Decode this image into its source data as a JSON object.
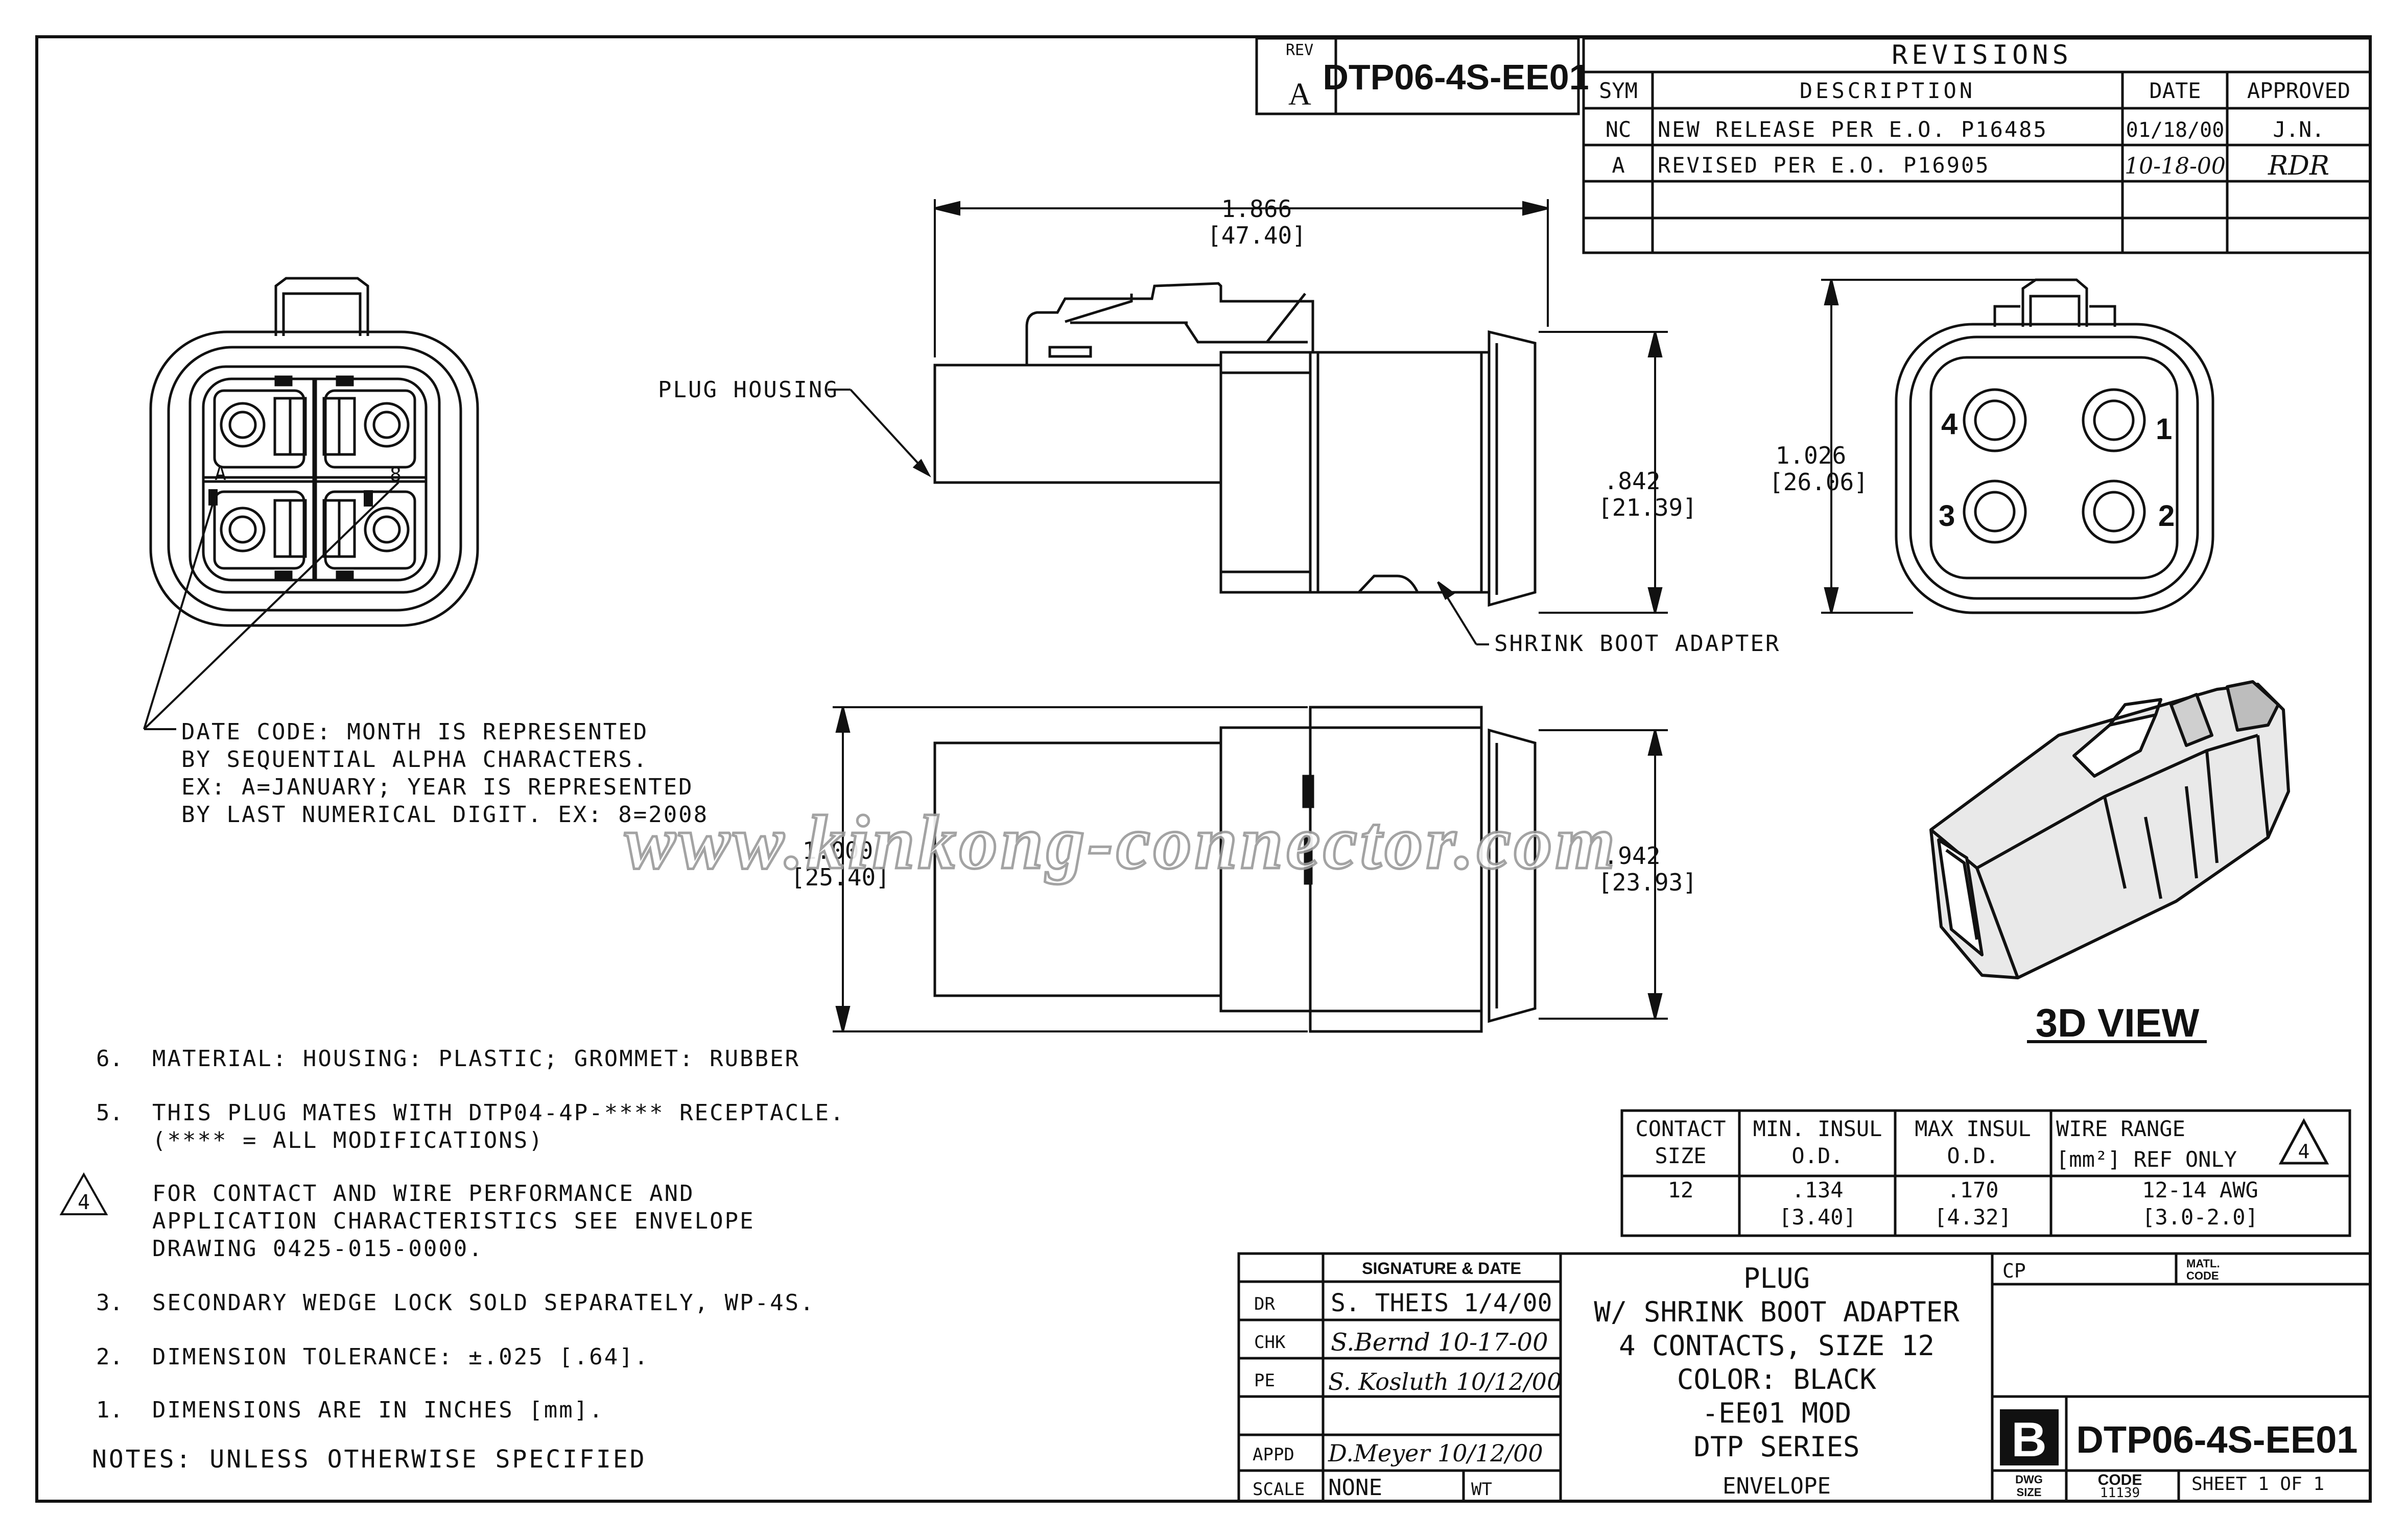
{
  "header": {
    "rev_label": "REV",
    "rev_value": "A",
    "part_number": "DTP06-4S-EE01"
  },
  "revisions": {
    "title": "REVISIONS",
    "columns": [
      "SYM",
      "DESCRIPTION",
      "DATE",
      "APPROVED"
    ],
    "rows": [
      {
        "sym": "NC",
        "description": "NEW RELEASE PER E.O. P16485",
        "date": "01/18/00",
        "approved": "J.N."
      },
      {
        "sym": "A",
        "description": "REVISED PER E.O. P16905",
        "date": "10-18-00",
        "approved": "RDR"
      }
    ]
  },
  "dimensions": {
    "length": "1.866",
    "length_mm": "[47.40]",
    "boot_height": ".842",
    "boot_height_mm": "[21.39]",
    "face_height": "1.026",
    "face_height_mm": "[26.06]",
    "body_height": "1.000",
    "body_height_mm": "[25.40]",
    "boot_width": ".942",
    "boot_width_mm": "[23.93]"
  },
  "callouts": {
    "plug_housing": "PLUG HOUSING",
    "shrink_boot": "SHRINK BOOT ADAPTER",
    "date_code": [
      "DATE CODE:  MONTH IS REPRESENTED",
      "BY SEQUENTIAL ALPHA CHARACTERS.",
      "EX: A=JANUARY; YEAR IS REPRESENTED",
      "BY LAST NUMERICAL DIGIT. EX: 8=2008"
    ],
    "date_letter": "A",
    "date_digit": "8",
    "pins": [
      "1",
      "2",
      "3",
      "4"
    ],
    "view_3d": "3D VIEW"
  },
  "watermark": "www.kinkong-connector.com",
  "notes": {
    "items": [
      {
        "num": "6.",
        "lines": [
          "MATERIAL: HOUSING: PLASTIC; GROMMET: RUBBER"
        ]
      },
      {
        "num": "5.",
        "lines": [
          "THIS PLUG MATES WITH DTP04-4P-**** RECEPTACLE.",
          "(**** = ALL MODIFICATIONS)"
        ]
      },
      {
        "num": "4",
        "lines": [
          "FOR CONTACT AND WIRE PERFORMANCE AND",
          "APPLICATION CHARACTERISTICS SEE ENVELOPE",
          "DRAWING 0425-015-0000."
        ]
      },
      {
        "num": "3.",
        "lines": [
          "SECONDARY WEDGE LOCK SOLD SEPARATELY, WP-4S."
        ]
      },
      {
        "num": "2.",
        "lines": [
          "DIMENSION TOLERANCE:  ±.025 [.64]."
        ]
      },
      {
        "num": "1.",
        "lines": [
          "DIMENSIONS ARE IN INCHES [mm]."
        ]
      }
    ],
    "footer": "NOTES: UNLESS OTHERWISE SPECIFIED"
  },
  "contact_table": {
    "headers": [
      [
        "CONTACT",
        "SIZE"
      ],
      [
        "MIN. INSUL",
        "O.D."
      ],
      [
        "MAX  INSUL",
        "O.D."
      ],
      [
        "WIRE RANGE",
        "[mm²] REF ONLY"
      ]
    ],
    "note_flag": "4",
    "row": [
      [
        "12"
      ],
      [
        ".134",
        "[3.40]"
      ],
      [
        ".170",
        "[4.32]"
      ],
      [
        "12-14 AWG",
        "[3.0-2.0]"
      ]
    ]
  },
  "title_block": {
    "signature_header": "SIGNATURE & DATE",
    "roles": [
      "DR",
      "CHK",
      "PE",
      "APPD",
      "SCALE"
    ],
    "signatures": [
      "S. THEIS 1/4/00",
      "S.Bernd 10-17-00",
      "S. Kosluth 10/12/00",
      "D.Meyer 10/12/00"
    ],
    "scale": "NONE",
    "wt_label": "WT",
    "title_lines": [
      "PLUG",
      "W/ SHRINK BOOT ADAPTER",
      "4 CONTACTS, SIZE 12",
      "COLOR: BLACK",
      "-EE01 MOD",
      "DTP SERIES"
    ],
    "envelope": "ENVELOPE",
    "cp_label": "CP",
    "matl_code": [
      "MATL.",
      "CODE"
    ],
    "size_letter": "B",
    "dwg_no": "DTP06-4S-EE01",
    "dwg_size": [
      "DWG",
      "SIZE"
    ],
    "code_label": "CODE",
    "code_value": "11139",
    "sheet": "SHEET  1 OF  1"
  }
}
